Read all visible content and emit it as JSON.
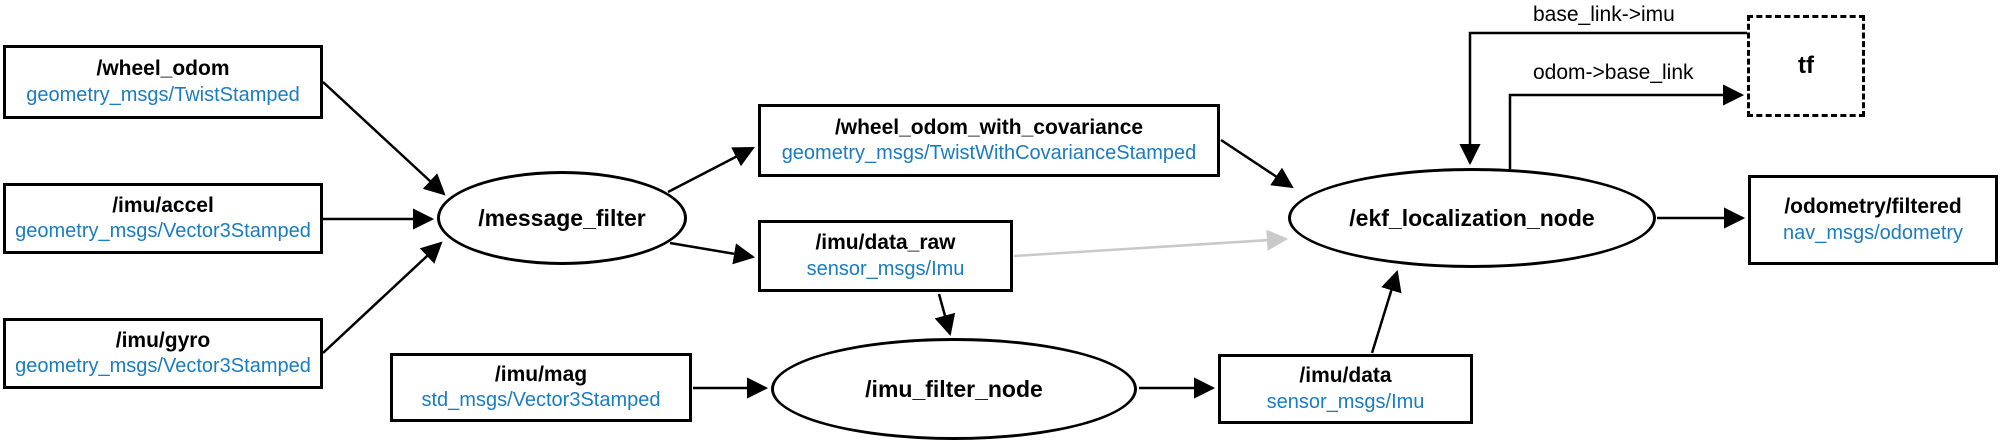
{
  "colors": {
    "background": "#ffffff",
    "edge": "#000000",
    "inactive_edge": "#c9c9c9",
    "node_border": "#000000",
    "topic_name_text": "#000000",
    "message_type_text": "#1a7cc1"
  },
  "nodes": {
    "wheel_odom": {
      "name": "/wheel_odom",
      "type": "geometry_msgs/TwistStamped"
    },
    "imu_accel": {
      "name": "/imu/accel",
      "type": "geometry_msgs/Vector3Stamped"
    },
    "imu_gyro": {
      "name": "/imu/gyro",
      "type": "geometry_msgs/Vector3Stamped"
    },
    "message_filter": {
      "name": "/message_filter"
    },
    "wheel_odom_with_covariance": {
      "name": "/wheel_odom_with_covariance",
      "type": "geometry_msgs/TwistWithCovarianceStamped"
    },
    "imu_data_raw": {
      "name": "/imu/data_raw",
      "type": "sensor_msgs/Imu"
    },
    "imu_mag": {
      "name": "/imu/mag",
      "type": "std_msgs/Vector3Stamped"
    },
    "imu_filter_node": {
      "name": "/imu_filter_node"
    },
    "imu_data": {
      "name": "/imu/data",
      "type": "sensor_msgs/Imu"
    },
    "ekf_localization_node": {
      "name": "/ekf_localization_node"
    },
    "odometry_filtered": {
      "name": "/odometry/filtered",
      "type": "nav_msgs/odometry"
    },
    "tf": {
      "name": "tf"
    }
  },
  "edge_labels": {
    "tf_to_ekf": "base_link->imu",
    "ekf_to_tf": "odom->base_link"
  }
}
